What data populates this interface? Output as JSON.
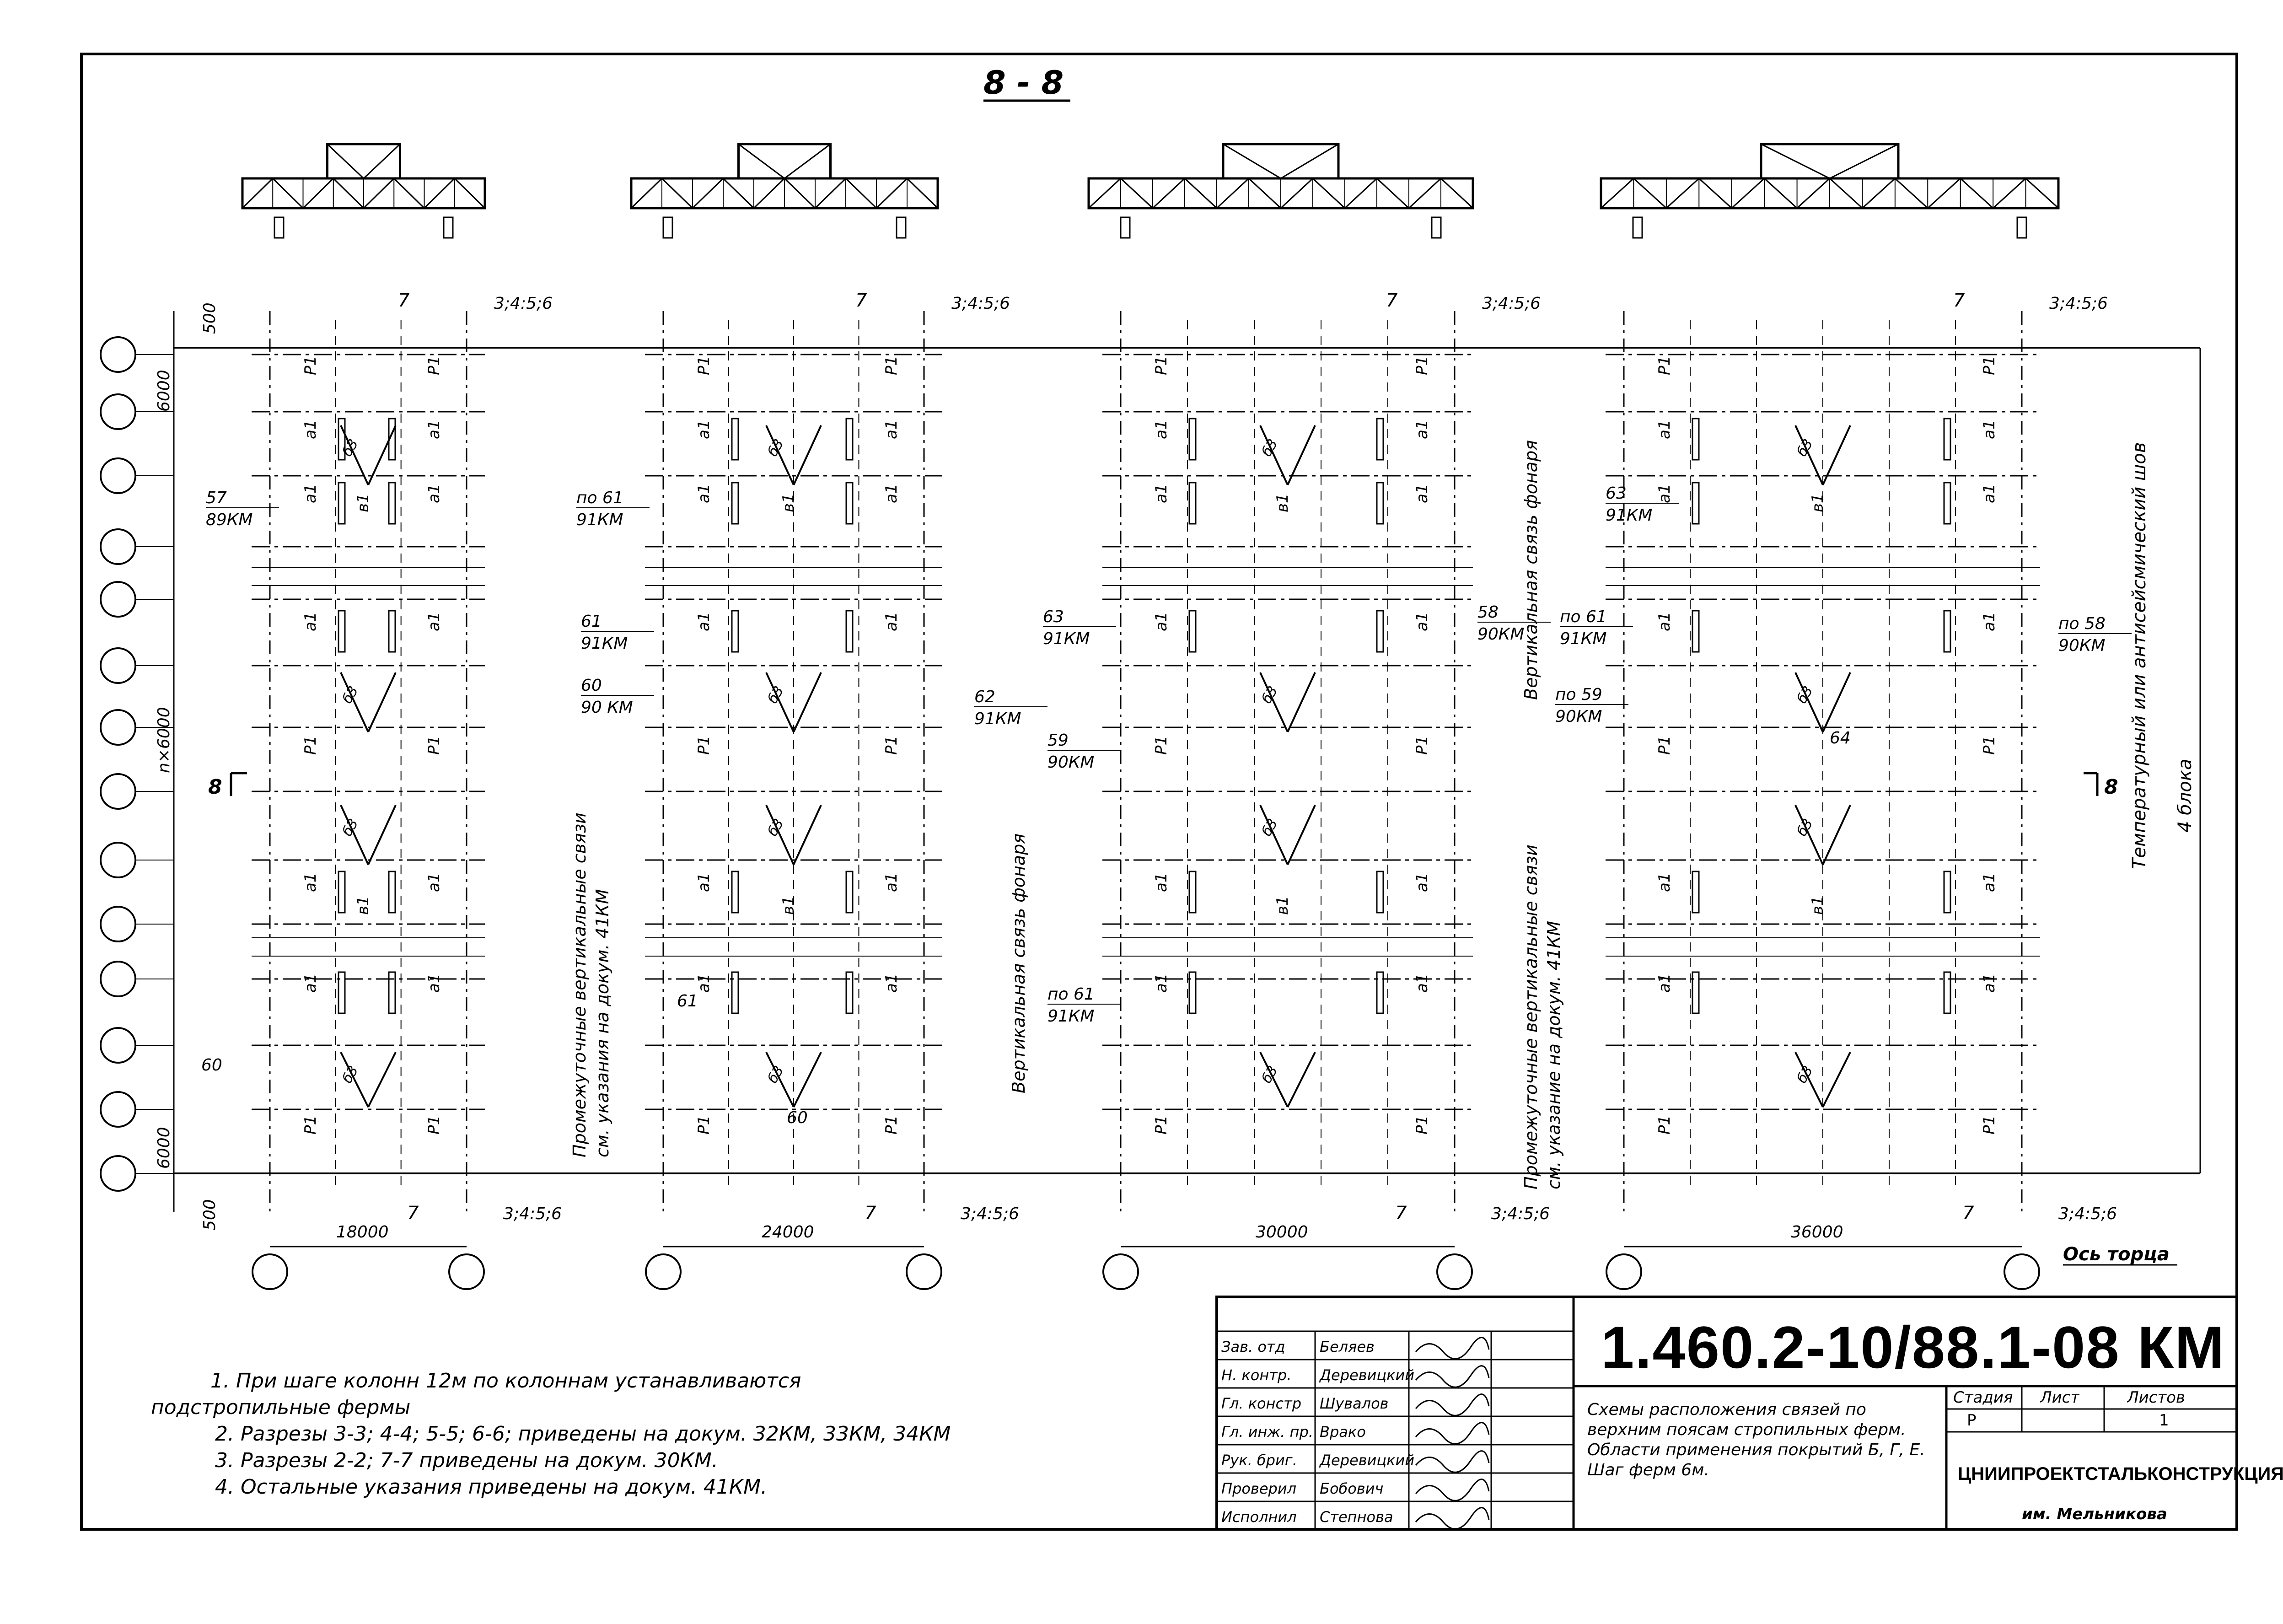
{
  "section_title": "8 - 8",
  "dims": {
    "top_margin": "500",
    "bottom_margin": "500",
    "end_bay_top": "6000",
    "end_bay_bottom": "6000",
    "mid_bays": "n×6000",
    "side_tag": "8"
  },
  "blocks": [
    {
      "span": "18000",
      "section_ref": "7",
      "sections": "3;4:5;6"
    },
    {
      "span": "24000",
      "section_ref": "7",
      "sections": "3;4:5;6"
    },
    {
      "span": "30000",
      "section_ref": "7",
      "sections": "3;4:5;6"
    },
    {
      "span": "36000",
      "section_ref": "7",
      "sections": "3;4:5;6"
    }
  ],
  "member_marks": [
    "P1",
    "a1",
    "в1",
    "б3"
  ],
  "callouts": [
    {
      "num": "57",
      "doc": "89КМ"
    },
    {
      "num": "по 61",
      "doc": "91КМ"
    },
    {
      "num": "61",
      "doc": "91КМ"
    },
    {
      "num": "60",
      "doc": "90 КМ"
    },
    {
      "num": "62",
      "doc": "91КМ"
    },
    {
      "num": "61",
      "doc": ""
    },
    {
      "num": "60",
      "doc": ""
    },
    {
      "num": "60",
      "doc": ""
    },
    {
      "num": "63",
      "doc": "91КМ"
    },
    {
      "num": "58",
      "doc": "90КМ"
    },
    {
      "num": "59",
      "doc": "90КМ"
    },
    {
      "num": "по 61",
      "doc": "91КМ"
    },
    {
      "num": "63",
      "doc": "91КМ"
    },
    {
      "num": "по 61",
      "doc": "91КМ"
    },
    {
      "num": "по 58",
      "doc": "90КМ"
    },
    {
      "num": "по 59",
      "doc": "90КМ"
    },
    {
      "num": "64",
      "doc": ""
    }
  ],
  "vertical_notes": [
    "Промежуточные вертикальные связи",
    "см. указания на докум. 41КМ",
    "Вертикальная связь фонаря",
    "Вертикальная связь фонаря",
    "Промежуточные вертикальные связи",
    "см. указание на докум. 41КМ",
    "Температурный или антисейсмический шов",
    "4 блока"
  ],
  "axis_label": "Ось торца",
  "notes": [
    "1. При шаге колонн 12м по колоннам устанавливаются",
    "подстропильные фермы",
    "2. Разрезы 3-3; 4-4; 5-5; 6-6; приведены на докум. 32КМ, 33КМ, 34КМ",
    "3. Разрезы 2-2; 7-7 приведены на докум. 30КМ.",
    "4. Остальные указания приведены на докум. 41КМ."
  ],
  "title_block": {
    "roles": [
      "Зав. отд",
      "Н. контр.",
      "Гл. констр",
      "Гл. инж. пр.",
      "Рук. бриг.",
      "Проверил",
      "Исполнил"
    ],
    "names": [
      "Беляев",
      "Деревицкий",
      "Шувалов",
      "Врако",
      "Деревицкий",
      "Бобович",
      "Степнова"
    ],
    "code": "1.460.2-10/88.1-08 КМ",
    "description": "Схемы расположения связей по верхним поясам стропильных ферм. Области применения покрытий Б, Г, Е. Шаг ферм 6м.",
    "stage_header": "Стадия",
    "sheet_header": "Лист",
    "sheets_header": "Листов",
    "stage": "Р",
    "sheets": "1",
    "organization": "ЦНИИПРОЕКТСТАЛЬКОНСТРУКЦИЯ",
    "organization_sub": "им. Мельникова"
  }
}
